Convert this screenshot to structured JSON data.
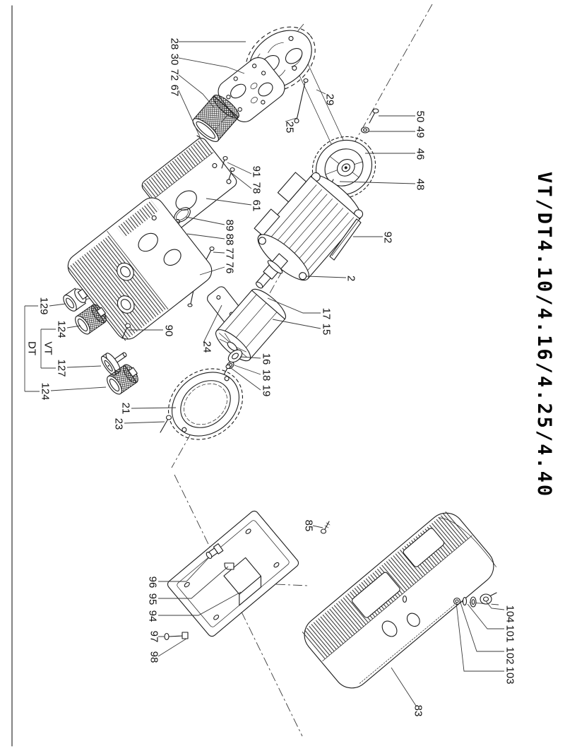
{
  "title": {
    "text": "VT/DT4.10/4.16/4.25/4.40"
  },
  "groups": {
    "vt": "VT",
    "dt": "DT"
  },
  "parts": [
    {
      "num": "28"
    },
    {
      "num": "30"
    },
    {
      "num": "72"
    },
    {
      "num": "67"
    },
    {
      "num": "29"
    },
    {
      "num": "25"
    },
    {
      "num": "50"
    },
    {
      "num": "49"
    },
    {
      "num": "46"
    },
    {
      "num": "48"
    },
    {
      "num": "91"
    },
    {
      "num": "78"
    },
    {
      "num": "61"
    },
    {
      "num": "89"
    },
    {
      "num": "88"
    },
    {
      "num": "77"
    },
    {
      "num": "76"
    },
    {
      "num": "92"
    },
    {
      "num": "2"
    },
    {
      "num": "129"
    },
    {
      "num": "124"
    },
    {
      "num": "127"
    },
    {
      "num": "124"
    },
    {
      "num": "90"
    },
    {
      "num": "24"
    },
    {
      "num": "17"
    },
    {
      "num": "15"
    },
    {
      "num": "16"
    },
    {
      "num": "18"
    },
    {
      "num": "19"
    },
    {
      "num": "21"
    },
    {
      "num": "23"
    },
    {
      "num": "85"
    },
    {
      "num": "96"
    },
    {
      "num": "95"
    },
    {
      "num": "94"
    },
    {
      "num": "97"
    },
    {
      "num": "98"
    },
    {
      "num": "104"
    },
    {
      "num": "101"
    },
    {
      "num": "102"
    },
    {
      "num": "103"
    },
    {
      "num": "83"
    }
  ]
}
